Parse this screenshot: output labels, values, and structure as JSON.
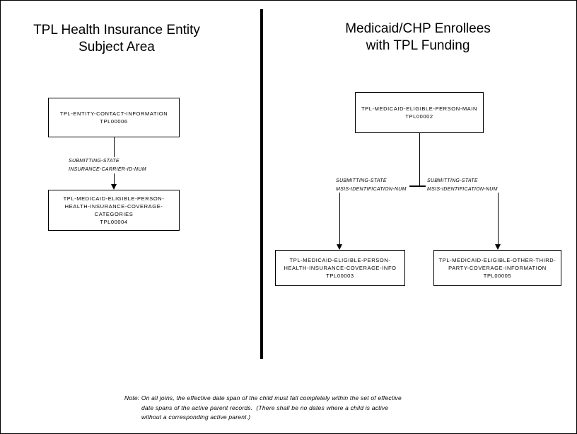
{
  "diagram": {
    "left_panel": {
      "title_line1": "TPL Health Insurance Entity",
      "title_line2": "Subject Area",
      "entity_contact": {
        "line1": "TPL-ENTITY-CONTACT-INFORMATION",
        "line2": "TPL00006"
      },
      "entity_coverage_categories": {
        "line1": "TPL-MEDICAID-ELIGIBLE-PERSON-",
        "line2": "HEALTH-INSURANCE-COVERAGE-",
        "line3": "CATEGORIES",
        "line4": "TPL00004"
      },
      "relationship": {
        "line1": "SUBMITTING-STATE",
        "line2": "INSURANCE-CARRIER-ID-NUM"
      }
    },
    "right_panel": {
      "title_line1": "Medicaid/CHP Enrollees",
      "title_line2": "with TPL Funding",
      "entity_person_main": {
        "line1": "TPL-MEDICAID-ELIGIBLE-PERSON-MAIN",
        "line2": "TPL00002"
      },
      "entity_coverage_info": {
        "line1": "TPL-MEDICAID-ELIGIBLE-PERSON-",
        "line2": "HEALTH-INSURANCE-COVERAGE-INFO",
        "line3": "TPL00003"
      },
      "entity_other_third_party": {
        "line1": "TPL-MEDICAID-ELIGIBLE-OTHER-THIRD-",
        "line2": "PARTY-COVERAGE-INFORMATION",
        "line3": "TPL00005"
      },
      "relationship_left": {
        "line1": "SUBMITTING-STATE",
        "line2": "MSIS-IDENTIFICATION-NUM"
      },
      "relationship_right": {
        "line1": "SUBMITTING-STATE",
        "line2": "MSIS-IDENTIFICATION-NUM"
      }
    },
    "note": {
      "line1": "Note: On all joins, the effective date span of the child must fall completely within the set of effective",
      "line2": "date spans of the active parent records.  (There shall be no dates where a child is active",
      "line3": "without a corresponding active parent.)"
    },
    "colors": {
      "line": "#000000",
      "background": "#ffffff"
    }
  }
}
